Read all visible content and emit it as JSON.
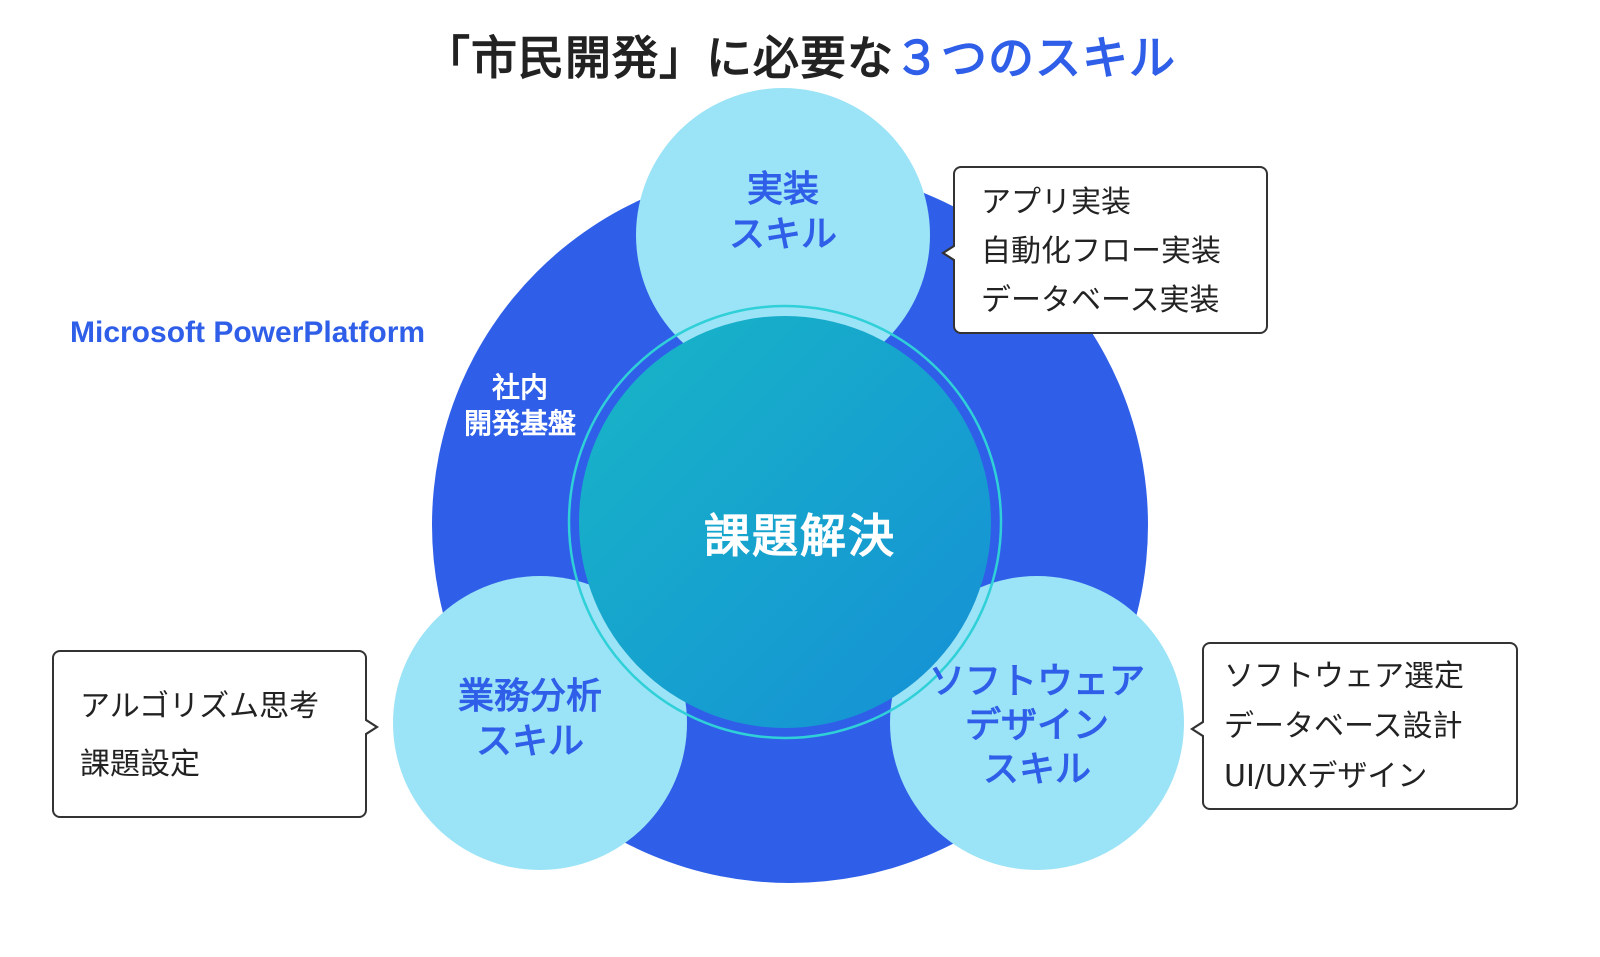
{
  "title": {
    "prefix": "「市民開発」に必要な",
    "accent": "３つのスキル"
  },
  "platform_label": "Microsoft PowerPlatform",
  "base_label": [
    "社内",
    "開発基盤"
  ],
  "core_label": "課題解決",
  "skills": {
    "implementation": {
      "lines": [
        "実装",
        "スキル"
      ]
    },
    "business_analysis": {
      "lines": [
        "業務分析",
        "スキル"
      ]
    },
    "software_design": {
      "lines": [
        "ソフトウェア",
        "デザイン",
        "スキル"
      ]
    }
  },
  "callouts": {
    "implementation": [
      "アプリ実装",
      "自動化フロー実装",
      "データベース実装"
    ],
    "business_analysis": [
      "アルゴリズム思考",
      "課題設定"
    ],
    "software_design": [
      "ソフトウェア選定",
      "データベース設計",
      "UI/UXデザイン"
    ]
  },
  "colors": {
    "platform_blue": "#2f5fe8",
    "skill_circle": "#9be3f6",
    "core_start": "#16b4c4",
    "core_end": "#1591d6",
    "ring": "#2fd0d8"
  }
}
